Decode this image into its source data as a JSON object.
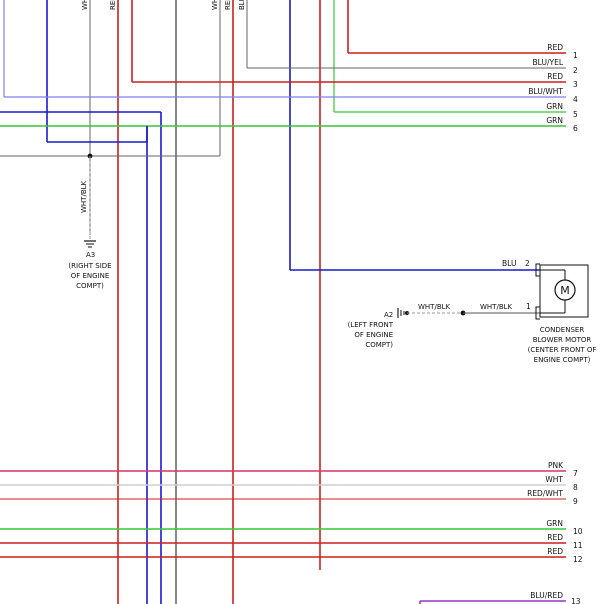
{
  "top_vertical_labels": [
    "WHT",
    "RED",
    "WHT",
    "RED",
    "BLU"
  ],
  "rows": [
    {
      "color_label": "RED",
      "pin": "1"
    },
    {
      "color_label": "BLU/YEL",
      "pin": "2"
    },
    {
      "color_label": "RED",
      "pin": "3"
    },
    {
      "color_label": "BLU/WHT",
      "pin": "4"
    },
    {
      "color_label": "GRN",
      "pin": "5"
    },
    {
      "color_label": "GRN",
      "pin": "6"
    },
    {
      "color_label": "PNK",
      "pin": "7"
    },
    {
      "color_label": "WHT",
      "pin": "8"
    },
    {
      "color_label": "RED/WHT",
      "pin": "9"
    },
    {
      "color_label": "GRN",
      "pin": "10"
    },
    {
      "color_label": "RED",
      "pin": "11"
    },
    {
      "color_label": "RED",
      "pin": "12"
    },
    {
      "color_label": "BLU/RED",
      "pin": "13"
    }
  ],
  "ground_a3": {
    "wire_label": "WHT/BLK",
    "id": "A3",
    "location": [
      "(RIGHT SIDE",
      "OF ENGINE",
      "COMPT)"
    ]
  },
  "ground_a2": {
    "id": "A2",
    "wire_label_1": "WHT/BLK",
    "wire_label_2": "WHT/BLK",
    "location": [
      "(LEFT FRONT",
      "OF ENGINE",
      "COMPT)"
    ]
  },
  "motor": {
    "symbol": "M",
    "pin1": "1",
    "pin2": "2",
    "wire_blu": "BLU",
    "name": [
      "CONDENSER",
      "BLOWER MOTOR",
      "(CENTER FRONT OF",
      "ENGINE COMPT)"
    ]
  },
  "colors": {
    "red": "#cc1f1f",
    "blue": "#1a1acc",
    "green": "#39c639",
    "gray": "#666666",
    "light_blue": "#7f7ff0",
    "pink": "#d6336c",
    "white_wire": "#cfcfcf",
    "purple": "#9933cc",
    "black": "#111111"
  }
}
